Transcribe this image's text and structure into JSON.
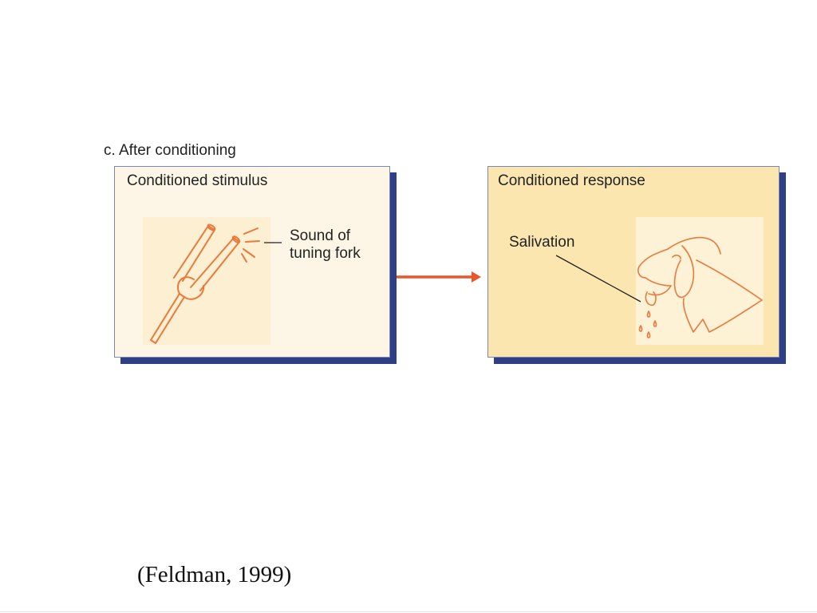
{
  "diagram": {
    "section_title": "c. After conditioning",
    "left_panel": {
      "title": "Conditioned stimulus",
      "label_line1": "Sound of",
      "label_line2": "tuning fork",
      "icon": "tuning-fork-icon"
    },
    "right_panel": {
      "title": "Conditioned response",
      "label": "Salivation",
      "icon": "dog-head-icon"
    },
    "arrow_icon": "arrow-right-icon",
    "citation": "(Feldman, 1999)"
  },
  "colors": {
    "left_panel_bg": "#fdf6e6",
    "left_inner_bg": "#fcefd2",
    "right_panel_bg": "#fbe6b0",
    "right_inner_bg": "#fdf1d6",
    "panel_shadow": "#2f3f86",
    "panel_border": "#7a86b8",
    "drawing_stroke": "#ea7a3c",
    "arrow": "#e8562a"
  }
}
